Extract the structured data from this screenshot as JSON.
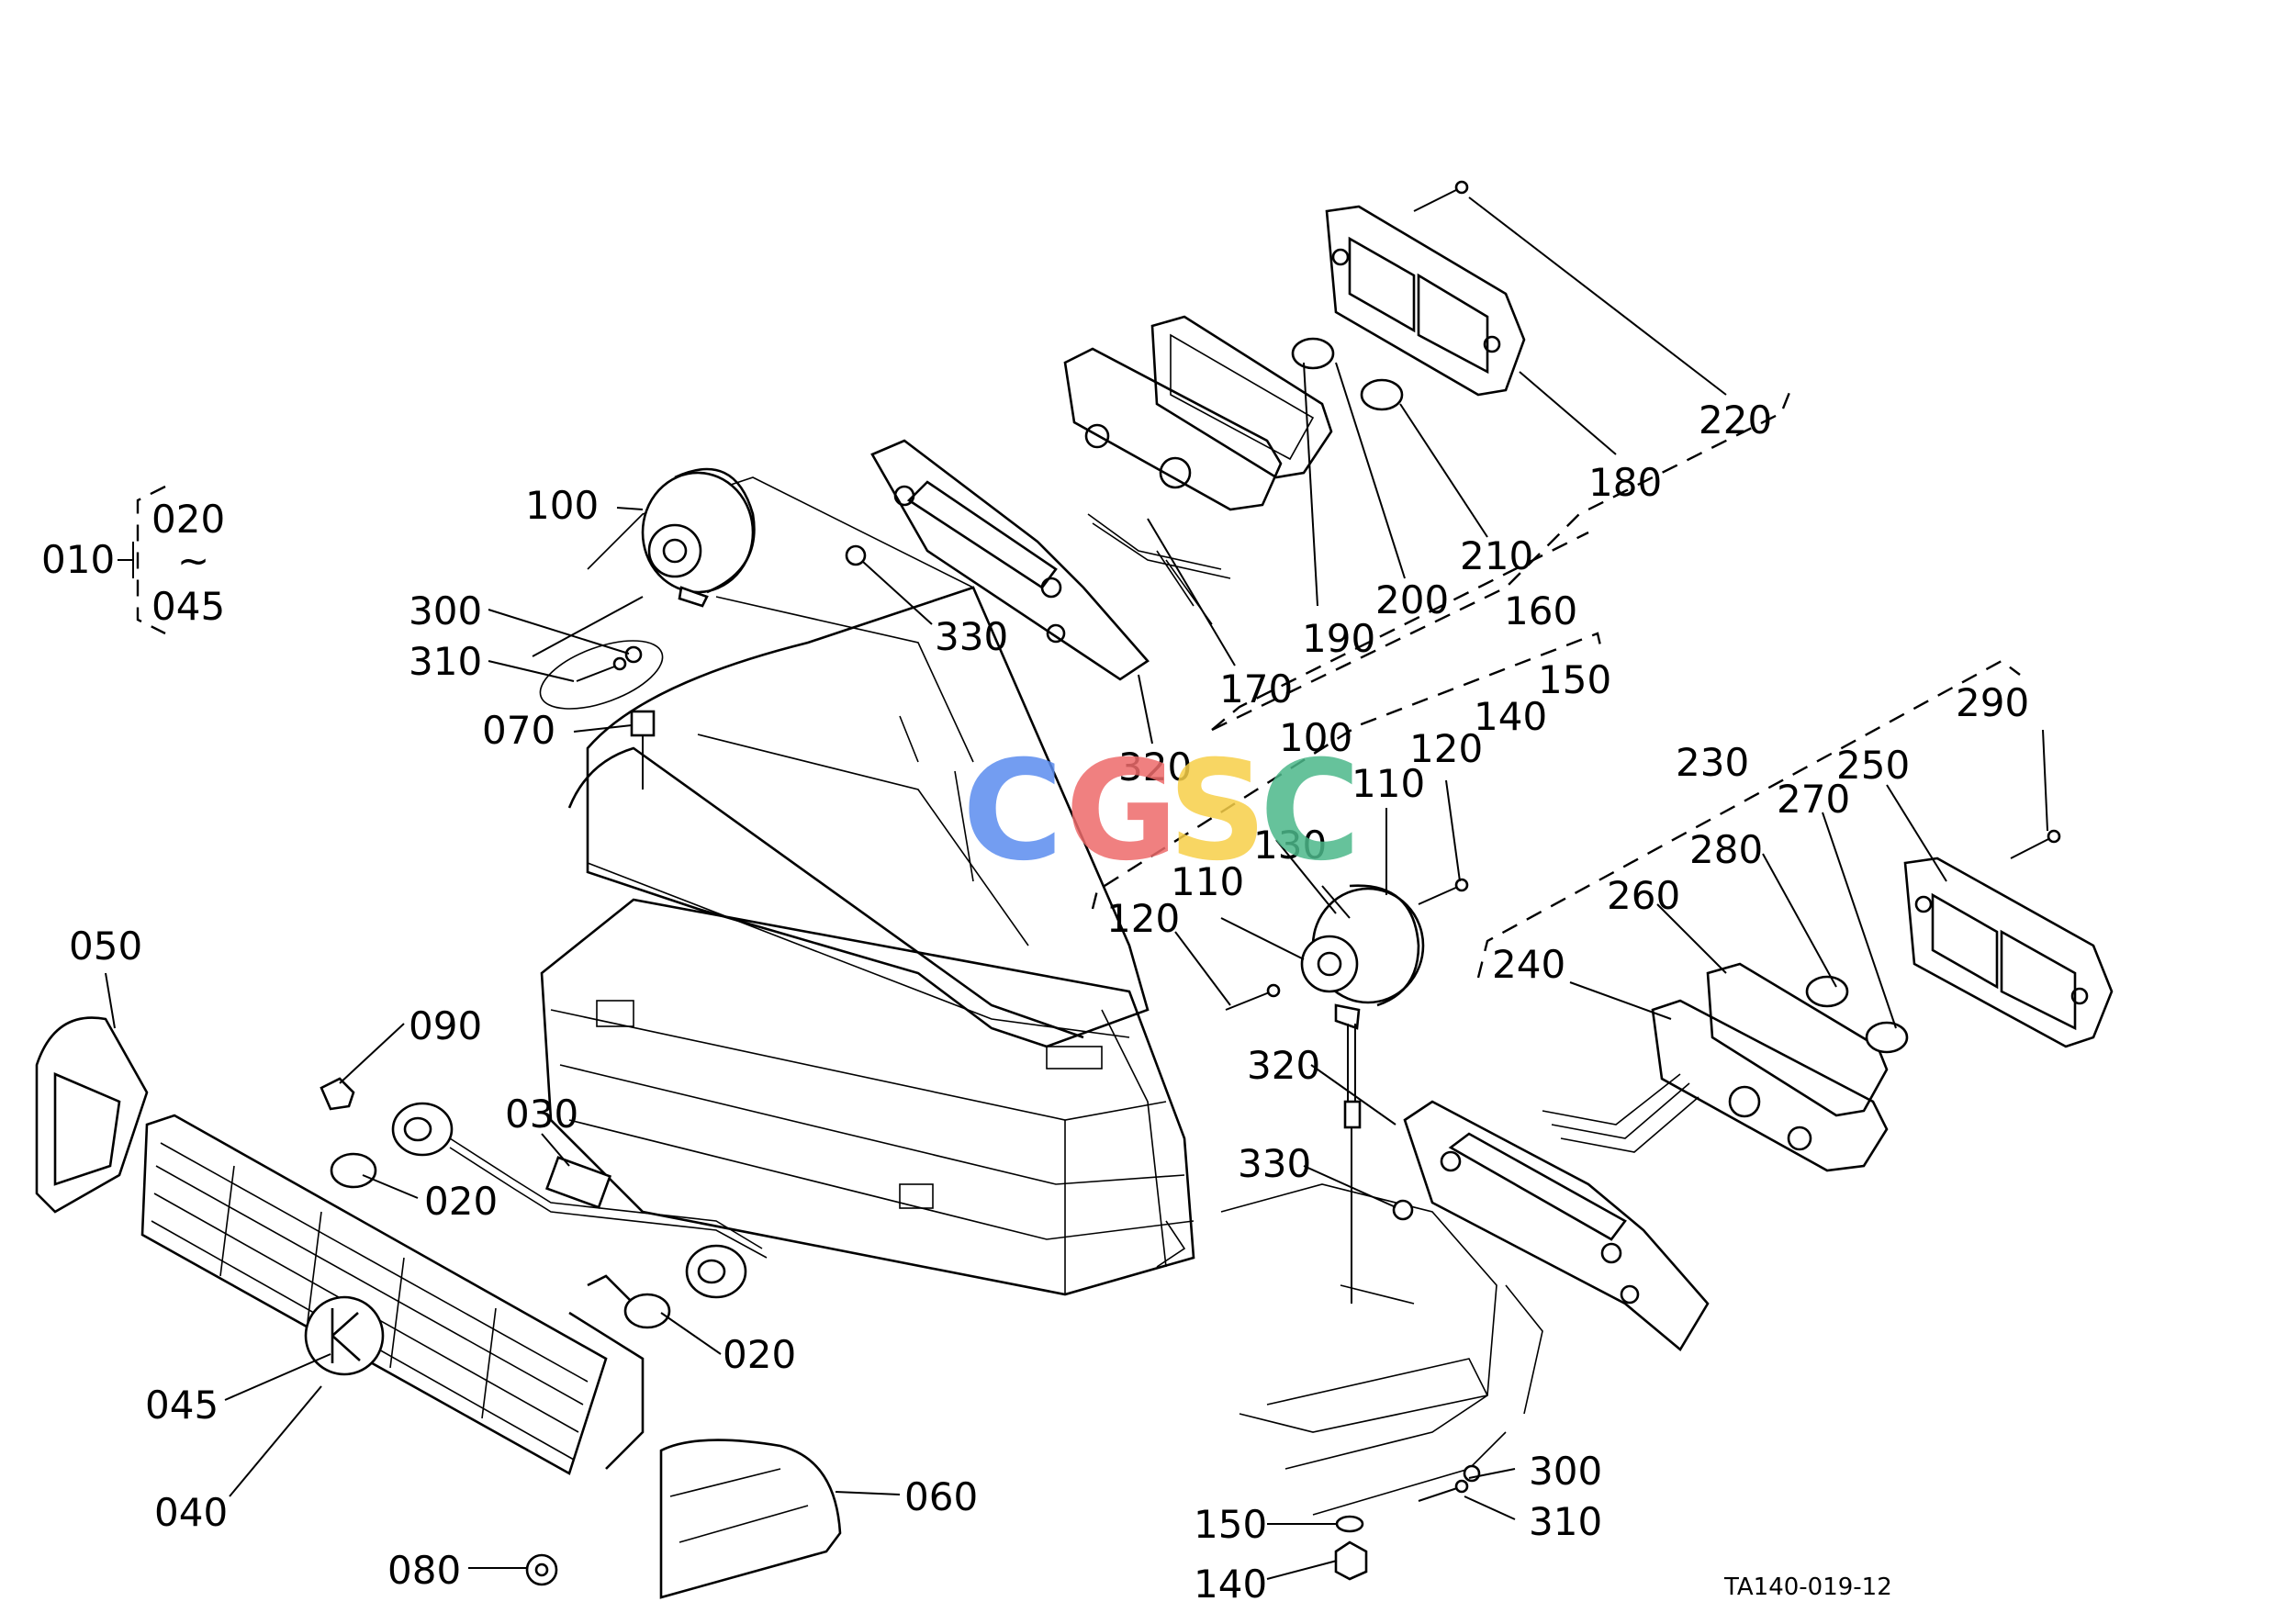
{
  "diagram_code": "TA140-019-12",
  "watermark": {
    "letters": [
      "C",
      "G",
      "S",
      "C"
    ],
    "colors": [
      "#5b8def",
      "#ee6b6b",
      "#f7cf48",
      "#4cb88a"
    ]
  },
  "colors": {
    "line": "#000000",
    "background": "#ffffff"
  },
  "range_bracket": {
    "parent": "010",
    "from": "020",
    "tilde": "~",
    "to": "045"
  },
  "callouts": {
    "c100a": "100",
    "c300a": "300",
    "c310a": "310",
    "c070": "070",
    "c330a": "330",
    "c320a": "320",
    "c170": "170",
    "c190": "190",
    "c200": "200",
    "c210": "210",
    "c160": "160",
    "c180": "180",
    "c220": "220",
    "c150top": "150",
    "c140top": "140",
    "c100b": "100",
    "c120a": "120",
    "c110a": "110",
    "c130": "130",
    "c110b": "110",
    "c120b": "120",
    "c320b": "320",
    "c330b": "330",
    "c230": "230",
    "c290": "290",
    "c250": "250",
    "c270": "270",
    "c280": "280",
    "c260": "260",
    "c240": "240",
    "c300b": "300",
    "c310b": "310",
    "c150b": "150",
    "c140b": "140",
    "c050": "050",
    "c090": "090",
    "c030": "030",
    "c020a": "020",
    "c020b": "020",
    "c045": "045",
    "c040": "040",
    "c060": "060",
    "c080": "080"
  }
}
